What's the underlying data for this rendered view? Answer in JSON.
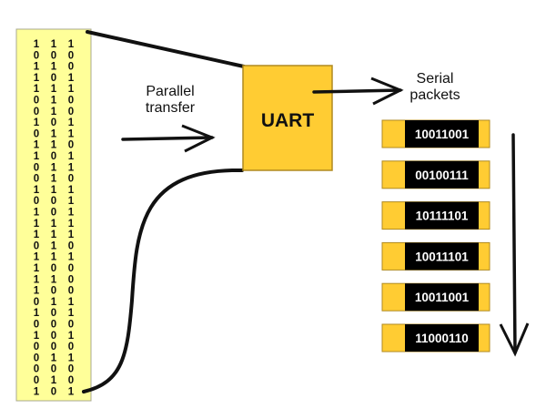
{
  "colors": {
    "memory_fill": "#FFFF99",
    "memory_stroke": "#A8A890",
    "uart_fill": "#FFCC33",
    "uart_stroke": "#B08A20",
    "packet_cap": "#FFCC33",
    "packet_body": "#000000",
    "line": "#111111"
  },
  "memory": {
    "rows": [
      [
        1,
        1,
        1
      ],
      [
        0,
        0,
        0
      ],
      [
        1,
        1,
        0
      ],
      [
        1,
        0,
        1
      ],
      [
        1,
        1,
        1
      ],
      [
        0,
        1,
        0
      ],
      [
        0,
        1,
        0
      ],
      [
        1,
        0,
        1
      ],
      [
        0,
        1,
        1
      ],
      [
        1,
        1,
        0
      ],
      [
        1,
        0,
        1
      ],
      [
        0,
        1,
        1
      ],
      [
        0,
        1,
        0
      ],
      [
        1,
        1,
        1
      ],
      [
        0,
        0,
        1
      ],
      [
        1,
        0,
        1
      ],
      [
        1,
        1,
        1
      ],
      [
        1,
        1,
        1
      ],
      [
        0,
        1,
        0
      ],
      [
        1,
        1,
        1
      ],
      [
        1,
        0,
        0
      ],
      [
        1,
        1,
        0
      ],
      [
        1,
        0,
        0
      ],
      [
        0,
        1,
        1
      ],
      [
        1,
        0,
        1
      ],
      [
        0,
        0,
        0
      ],
      [
        1,
        0,
        1
      ],
      [
        0,
        0,
        0
      ],
      [
        0,
        1,
        1
      ],
      [
        0,
        0,
        0
      ],
      [
        0,
        1,
        0
      ],
      [
        1,
        0,
        1
      ]
    ]
  },
  "labels": {
    "parallel_line1": "Parallel",
    "parallel_line2": "transfer",
    "uart": "UART",
    "serial_line1": "Serial",
    "serial_line2": "packets"
  },
  "packets": [
    "10011001",
    "00100111",
    "10111101",
    "10011101",
    "10011001",
    "11000110"
  ]
}
